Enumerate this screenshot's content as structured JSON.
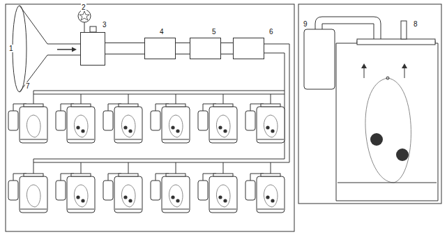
{
  "diagram": {
    "nodes": [
      {
        "text": [
          "3"
        ]
      },
      {
        "text": [
          "4"
        ]
      },
      {
        "text": [
          "5"
        ]
      },
      {
        "text": [
          "6"
        ]
      }
    ],
    "edges": [
      {
        "from": 0,
        "to": 1,
        "arrow": "none"
      },
      {
        "from": 1,
        "to": 2,
        "arrow": "none"
      },
      {
        "from": 2,
        "to": 3,
        "arrow": "none"
      }
    ],
    "labels": [
      "1",
      "2",
      "7",
      "9",
      "8"
    ]
  }
}
